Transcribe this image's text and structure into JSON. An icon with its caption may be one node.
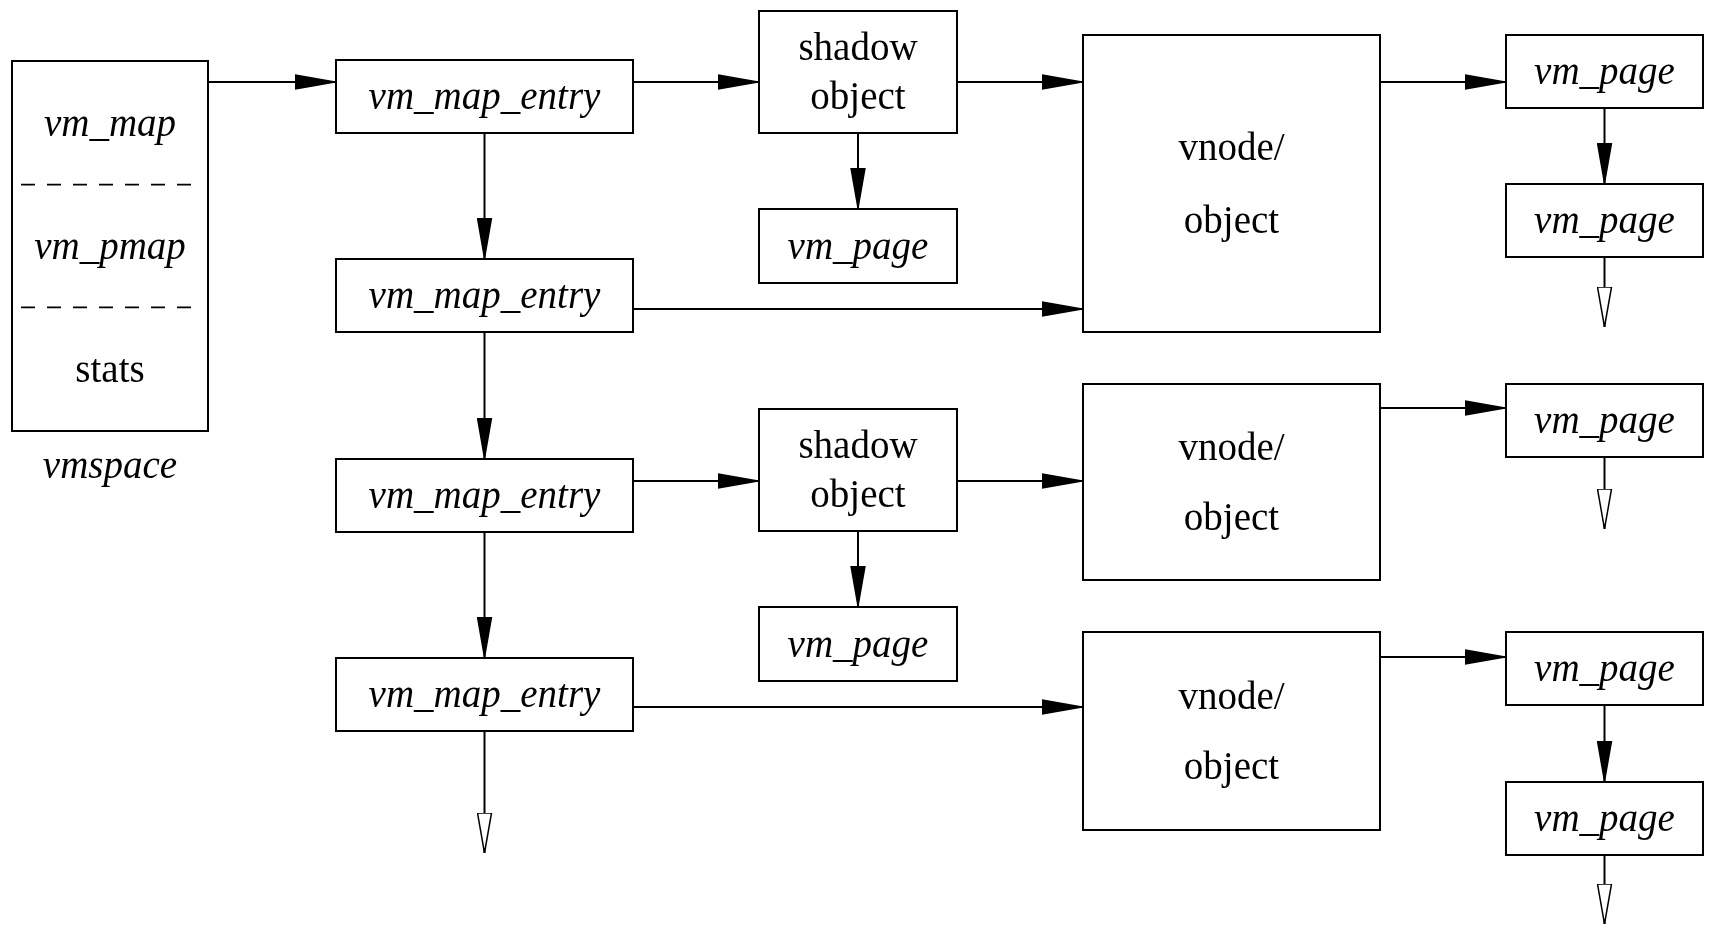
{
  "diagram": {
    "nodes": [
      {
        "text": [
          "vm_map",
          "vm_pmap",
          "stats"
        ],
        "beside": [
          "vmspace"
        ]
      },
      {
        "text": [
          "vm_map_entry"
        ]
      },
      {
        "text": [
          "shadow object"
        ]
      },
      {
        "text": [
          "vm_page"
        ]
      },
      {
        "text": [
          "vnode/ object"
        ]
      },
      {
        "text": [
          "vm_page"
        ]
      },
      {
        "text": [
          "vm_page"
        ]
      },
      {
        "text": [
          "vm_map_entry"
        ]
      },
      {
        "text": [
          "vm_map_entry"
        ]
      },
      {
        "text": [
          "shadow object"
        ]
      },
      {
        "text": [
          "vm_page"
        ]
      },
      {
        "text": [
          "vnode/ object"
        ]
      },
      {
        "text": [
          "vm_page"
        ]
      },
      {
        "text": [
          "vm_map_entry"
        ]
      },
      {
        "text": [
          "vnode/ object"
        ]
      },
      {
        "text": [
          "vm_page"
        ]
      },
      {
        "text": [
          "vm_page"
        ]
      }
    ],
    "edges": [
      {
        "from": 0,
        "to": 1,
        "arrow": "to"
      },
      {
        "from": 1,
        "to": 2,
        "arrow": "to"
      },
      {
        "from": 2,
        "to": 4,
        "arrow": "to"
      },
      {
        "from": 4,
        "to": 5,
        "arrow": "to"
      },
      {
        "from": 5,
        "to": 6,
        "arrow": "to"
      },
      {
        "from": 6,
        "to": null,
        "arrow": "to"
      },
      {
        "from": 2,
        "to": 3,
        "arrow": "to"
      },
      {
        "from": 1,
        "to": 7,
        "arrow": "to"
      },
      {
        "from": 7,
        "to": 4,
        "arrow": "to"
      },
      {
        "from": 7,
        "to": 8,
        "arrow": "to"
      },
      {
        "from": 8,
        "to": 9,
        "arrow": "to"
      },
      {
        "from": 9,
        "to": 11,
        "arrow": "to"
      },
      {
        "from": 11,
        "to": 12,
        "arrow": "to"
      },
      {
        "from": 12,
        "to": null,
        "arrow": "to"
      },
      {
        "from": 9,
        "to": 10,
        "arrow": "to"
      },
      {
        "from": 8,
        "to": 13,
        "arrow": "to"
      },
      {
        "from": 13,
        "to": null,
        "arrow": "to"
      },
      {
        "from": 13,
        "to": 14,
        "arrow": "to"
      },
      {
        "from": 14,
        "to": 15,
        "arrow": "to"
      },
      {
        "from": 15,
        "to": 16,
        "arrow": "to"
      },
      {
        "from": 16,
        "to": null,
        "arrow": "to"
      }
    ]
  }
}
